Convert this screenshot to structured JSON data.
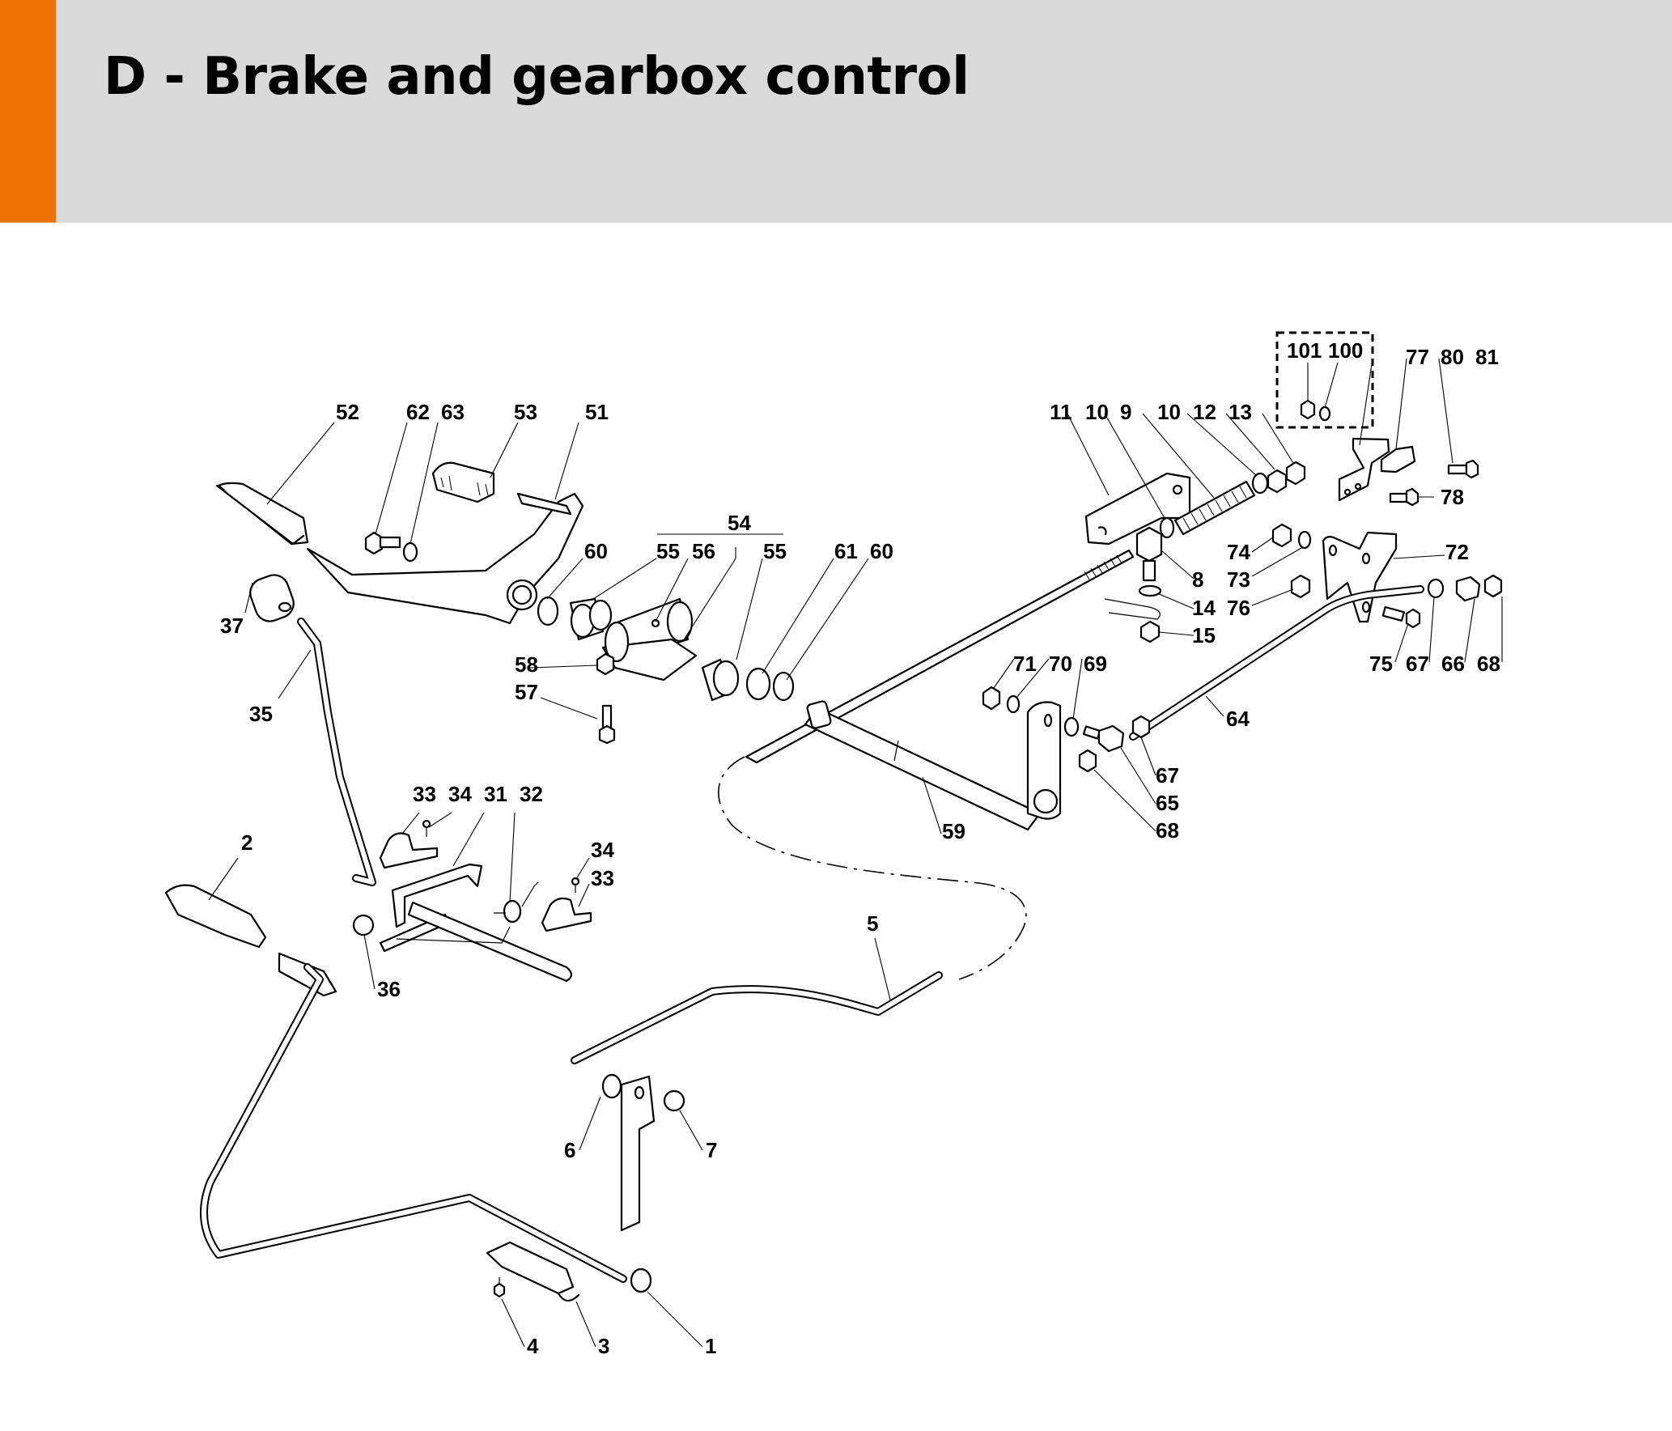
{
  "header": {
    "title": "D - Brake and gearbox control",
    "accent_color": "#ef7203",
    "background_color": "#d9dad9"
  },
  "diagram": {
    "group_label": "54",
    "boxed_parts": [
      "101",
      "100"
    ],
    "callouts": [
      {
        "id": "c52",
        "text": "52"
      },
      {
        "id": "c62",
        "text": "62"
      },
      {
        "id": "c63",
        "text": "63"
      },
      {
        "id": "c53",
        "text": "53"
      },
      {
        "id": "c51",
        "text": "51"
      },
      {
        "id": "c37",
        "text": "37"
      },
      {
        "id": "c35",
        "text": "35"
      },
      {
        "id": "c60a",
        "text": "60"
      },
      {
        "id": "c55a",
        "text": "55"
      },
      {
        "id": "c56",
        "text": "56"
      },
      {
        "id": "c55b",
        "text": "55"
      },
      {
        "id": "c61",
        "text": "61"
      },
      {
        "id": "c60b",
        "text": "60"
      },
      {
        "id": "c58",
        "text": "58"
      },
      {
        "id": "c57",
        "text": "57"
      },
      {
        "id": "c11",
        "text": "11"
      },
      {
        "id": "c10a",
        "text": "10"
      },
      {
        "id": "c9",
        "text": "9"
      },
      {
        "id": "c10b",
        "text": "10"
      },
      {
        "id": "c12",
        "text": "12"
      },
      {
        "id": "c13",
        "text": "13"
      },
      {
        "id": "c101",
        "text": "101"
      },
      {
        "id": "c100",
        "text": "100"
      },
      {
        "id": "c77",
        "text": "77"
      },
      {
        "id": "c80",
        "text": "80"
      },
      {
        "id": "c81",
        "text": "81"
      },
      {
        "id": "c78",
        "text": "78"
      },
      {
        "id": "c74",
        "text": "74"
      },
      {
        "id": "c73",
        "text": "73"
      },
      {
        "id": "c76",
        "text": "76"
      },
      {
        "id": "c72",
        "text": "72"
      },
      {
        "id": "c8",
        "text": "8"
      },
      {
        "id": "c14",
        "text": "14"
      },
      {
        "id": "c15",
        "text": "15"
      },
      {
        "id": "c75",
        "text": "75"
      },
      {
        "id": "c67a",
        "text": "67"
      },
      {
        "id": "c66",
        "text": "66"
      },
      {
        "id": "c68a",
        "text": "68"
      },
      {
        "id": "c71",
        "text": "71"
      },
      {
        "id": "c70",
        "text": "70"
      },
      {
        "id": "c69",
        "text": "69"
      },
      {
        "id": "c64",
        "text": "64"
      },
      {
        "id": "c67b",
        "text": "67"
      },
      {
        "id": "c65",
        "text": "65"
      },
      {
        "id": "c68b",
        "text": "68"
      },
      {
        "id": "c59",
        "text": "59"
      },
      {
        "id": "c33a",
        "text": "33"
      },
      {
        "id": "c34a",
        "text": "34"
      },
      {
        "id": "c31",
        "text": "31"
      },
      {
        "id": "c32",
        "text": "32"
      },
      {
        "id": "c34b",
        "text": "34"
      },
      {
        "id": "c33b",
        "text": "33"
      },
      {
        "id": "c2",
        "text": "2"
      },
      {
        "id": "c36",
        "text": "36"
      },
      {
        "id": "c5",
        "text": "5"
      },
      {
        "id": "c6",
        "text": "6"
      },
      {
        "id": "c7",
        "text": "7"
      },
      {
        "id": "c4",
        "text": "4"
      },
      {
        "id": "c3",
        "text": "3"
      },
      {
        "id": "c1",
        "text": "1"
      }
    ]
  }
}
